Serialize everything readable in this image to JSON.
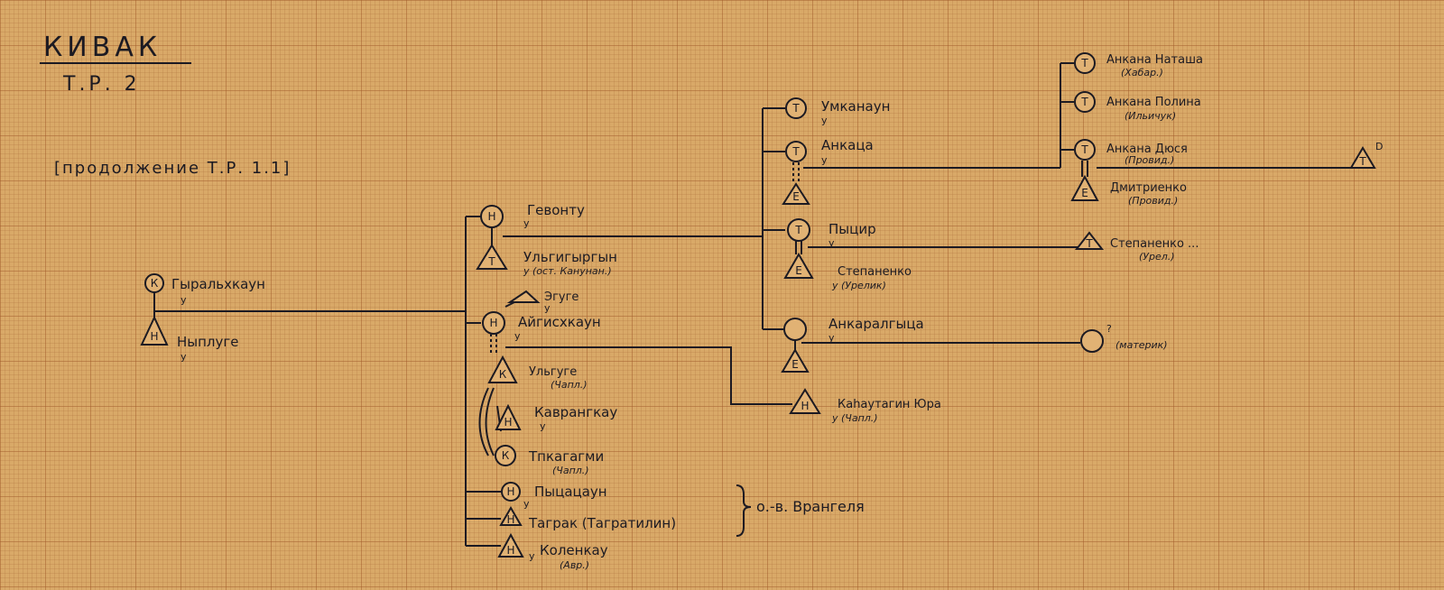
{
  "header": {
    "title": "КИВАК",
    "subtitle": "Т.Р. 2",
    "note": "[продолжение Т.Р. 1.1]"
  },
  "people": {
    "gyralkhkaun": {
      "name": "Гыральхкаун",
      "code": "К",
      "mark": "у"
    },
    "nypluge": {
      "name": "Ныплуге",
      "code": "Н",
      "mark": "у"
    },
    "gevontu": {
      "name": "Гевонту",
      "code": "Н",
      "mark": "у"
    },
    "ulgigyrgyn": {
      "name": "Ульгигыргын",
      "code": "Т",
      "note": "у (ост. Канунан.)"
    },
    "ergyge": {
      "name": "Эгуге",
      "code": "",
      "mark": "у"
    },
    "aigiskhkaun": {
      "name": "Айгисхкаун",
      "code": "Н",
      "mark": "у"
    },
    "ulgyge": {
      "name": "Ульгуге",
      "code": "К",
      "note": "(Чапл.)"
    },
    "kavrankau": {
      "name": "Каврангкау",
      "code": "Н",
      "mark": "у"
    },
    "tpkagagmi": {
      "name": "Тпкагагми",
      "code": "К",
      "note": "(Чапл.)"
    },
    "pytsatsaun": {
      "name": "Пыцацаун",
      "code": "Н",
      "mark": "у"
    },
    "tagrak": {
      "name": "Таграк (Тагратилин)",
      "code": "Н"
    },
    "kolenkau": {
      "name": "Коленкау",
      "code": "Н",
      "note": "(Авр.)",
      "mark": "у"
    },
    "umkanaun": {
      "name": "Умканаун",
      "code": "Т",
      "mark": "у"
    },
    "ankatsa": {
      "name": "Анкаца",
      "code": "Т",
      "mark": "у"
    },
    "ankatsa_spouse": {
      "code": "Е"
    },
    "pytsir": {
      "name": "Пыцир",
      "code": "Т",
      "mark": "у"
    },
    "stepanenko_f": {
      "name": "Степаненко",
      "code": "Е",
      "note": "у (Урелик)"
    },
    "ankaralgytsa": {
      "name": "Анкаралгыца",
      "code": "",
      "mark": "у"
    },
    "ankaralgytsa_spouse": {
      "code": "Е"
    },
    "kakhautagin": {
      "name": "Каhаутагин Юра",
      "code": "Н",
      "note": "у (Чапл.)"
    },
    "ankana_natasha": {
      "name": "Анкана Наташа",
      "code": "Т",
      "note": "(Хабар.)"
    },
    "ankana_polina": {
      "name": "Анкана Полина",
      "code": "Т",
      "note": "(Ильичук)"
    },
    "ankana_dusya": {
      "name": "Анкана Дюся",
      "code": "Т",
      "note": "(Провид.)"
    },
    "dmitrienko": {
      "name": "Дмитриенко",
      "code": "Е",
      "note": "(Провид.)"
    },
    "d_child": {
      "code": "Т",
      "mark": "D"
    },
    "stepanenko_m": {
      "name": "Степаненко ...",
      "code": "Т",
      "note": "(Урел.)"
    },
    "mother_q": {
      "code": "",
      "mark": "?",
      "note": "(материк)"
    }
  },
  "wrangel": {
    "label": "о.-в. Врангеля"
  }
}
